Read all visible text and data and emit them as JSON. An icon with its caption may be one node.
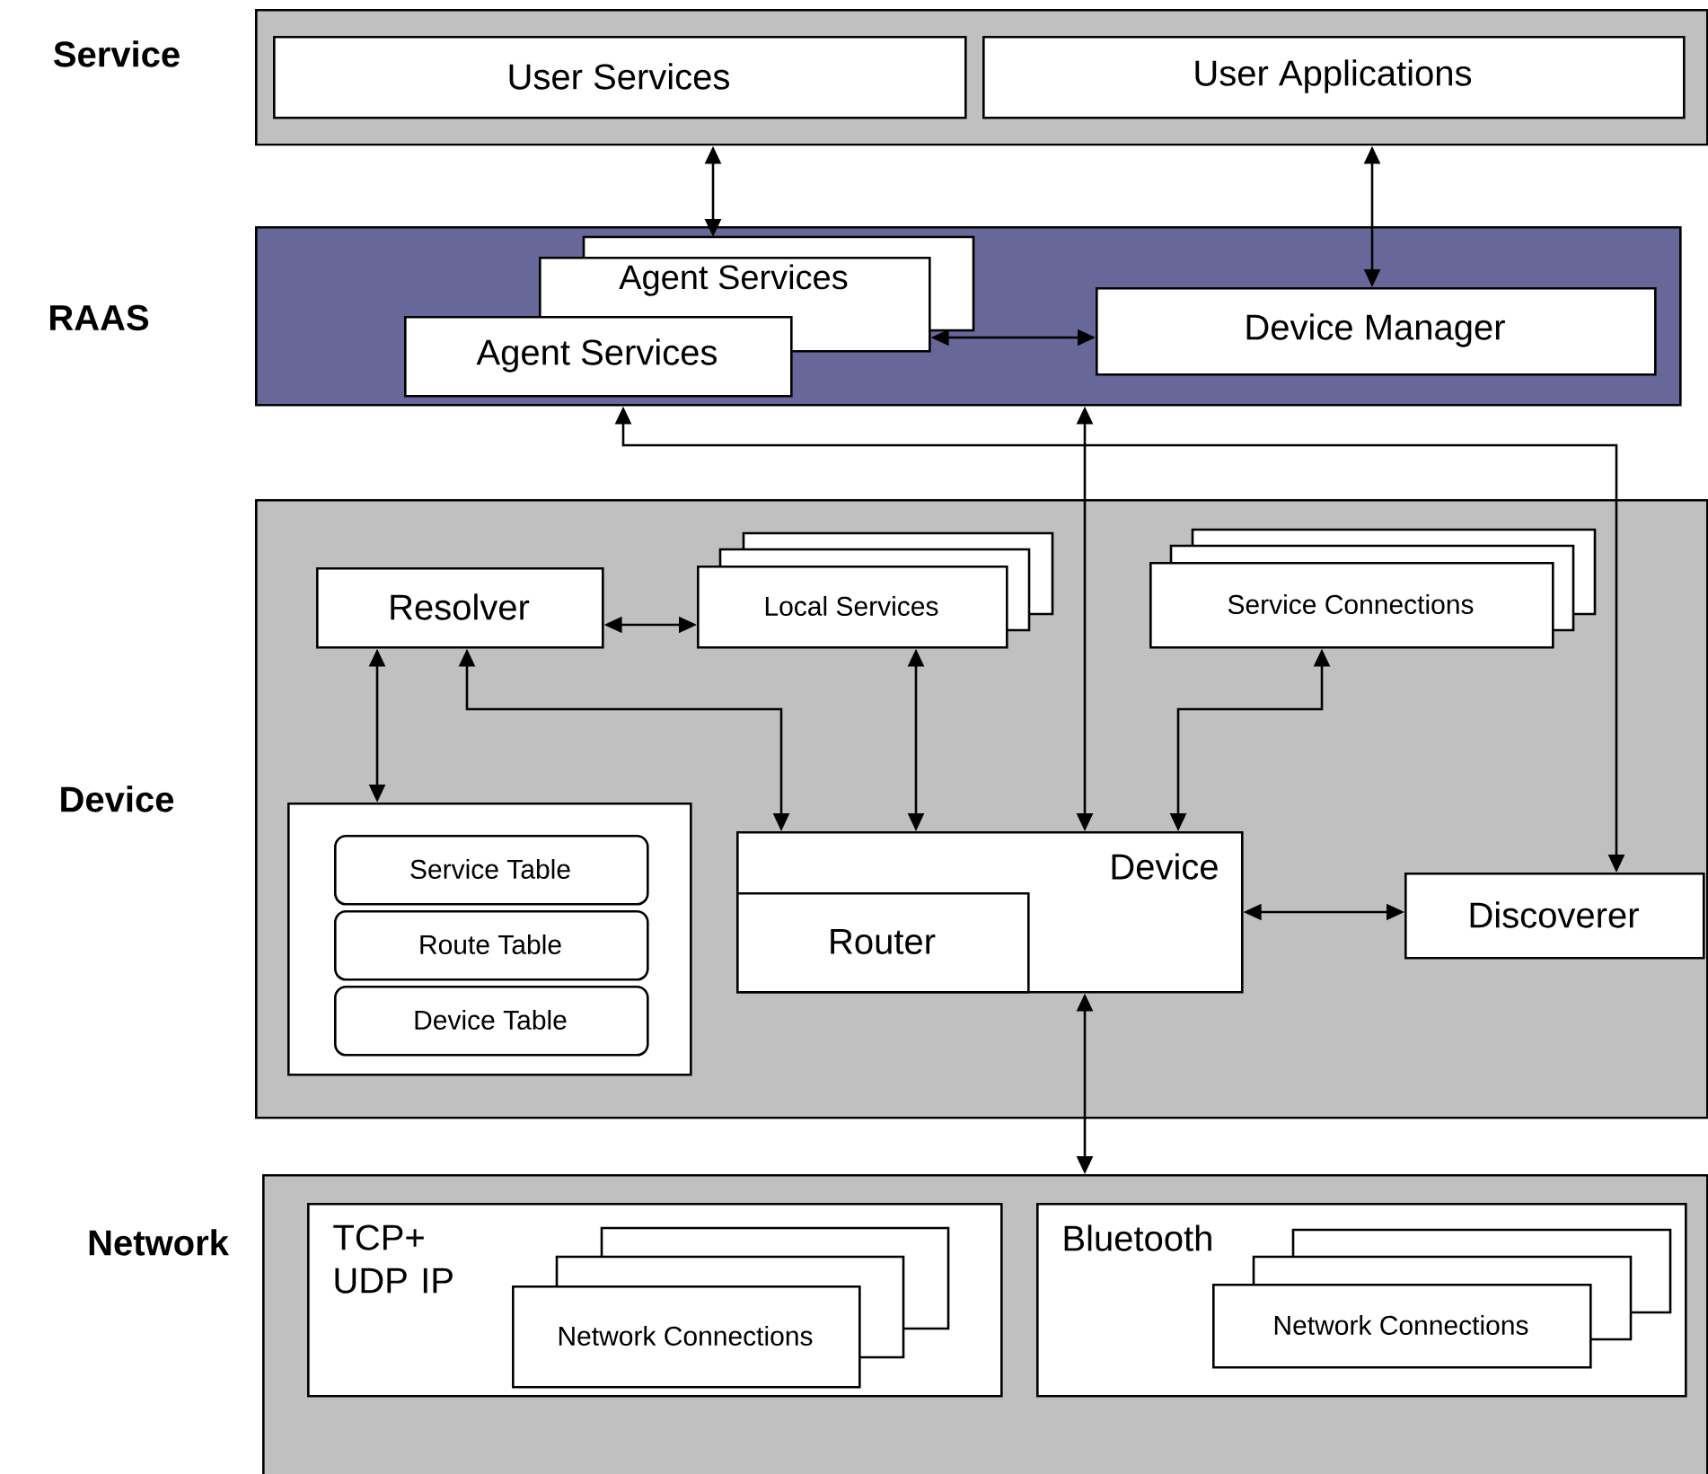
{
  "diagram": {
    "nodes": [
      {
        "text": [
          "Service"
        ]
      },
      {
        "text": [
          "User Services"
        ],
        "in": 0
      },
      {
        "text": [
          "User Applications"
        ],
        "in": 0
      },
      {
        "text": [
          "RAAS"
        ]
      },
      {
        "text": [
          "Agent Services"
        ],
        "in": 3
      },
      {
        "text": [
          "Agent Services"
        ],
        "in": 3
      },
      {
        "text": [
          "Device Manager"
        ],
        "in": 3
      },
      {
        "text": [
          "Device"
        ]
      },
      {
        "text": [
          "Resolver"
        ],
        "in": 7
      },
      {
        "text": [
          "Local Services"
        ],
        "in": 7
      },
      {
        "text": [
          "Service Connections"
        ],
        "in": 7
      },
      {
        "text": [],
        "shape": "box",
        "in": 7
      },
      {
        "text": [
          "Service Table"
        ],
        "in": 11
      },
      {
        "text": [
          "Route Table"
        ],
        "in": 11
      },
      {
        "text": [
          "Device Table"
        ],
        "in": 11
      },
      {
        "text": [
          "Device"
        ],
        "in": 7
      },
      {
        "text": [
          "Router"
        ],
        "in": 15
      },
      {
        "text": [
          "Discoverer"
        ],
        "in": 7
      },
      {
        "text": [
          "Network"
        ]
      },
      {
        "text": [
          "TCP+ UDP IP"
        ],
        "in": 18
      },
      {
        "text": [
          "Network Connections"
        ],
        "in": 19
      },
      {
        "text": [
          "Bluetooth"
        ],
        "in": 18
      },
      {
        "text": [
          "Network Connections"
        ],
        "in": 21
      }
    ],
    "edges": [
      {
        "from": 0,
        "to": 4,
        "arrow": "both"
      },
      {
        "from": 0,
        "to": 6,
        "arrow": "both"
      },
      {
        "from": 4,
        "to": 6,
        "arrow": "both"
      },
      {
        "from": 3,
        "to": 17,
        "arrow": "both"
      },
      {
        "from": 3,
        "to": 15,
        "arrow": "both"
      },
      {
        "from": 8,
        "to": 9,
        "arrow": "both"
      },
      {
        "from": 8,
        "to": 11,
        "arrow": "both"
      },
      {
        "from": 8,
        "to": 15,
        "arrow": "both"
      },
      {
        "from": 9,
        "to": 15,
        "arrow": "both"
      },
      {
        "from": 10,
        "to": 15,
        "arrow": "both"
      },
      {
        "from": 15,
        "to": 17,
        "arrow": "both"
      },
      {
        "from": 15,
        "to": 18,
        "arrow": "both"
      }
    ]
  }
}
